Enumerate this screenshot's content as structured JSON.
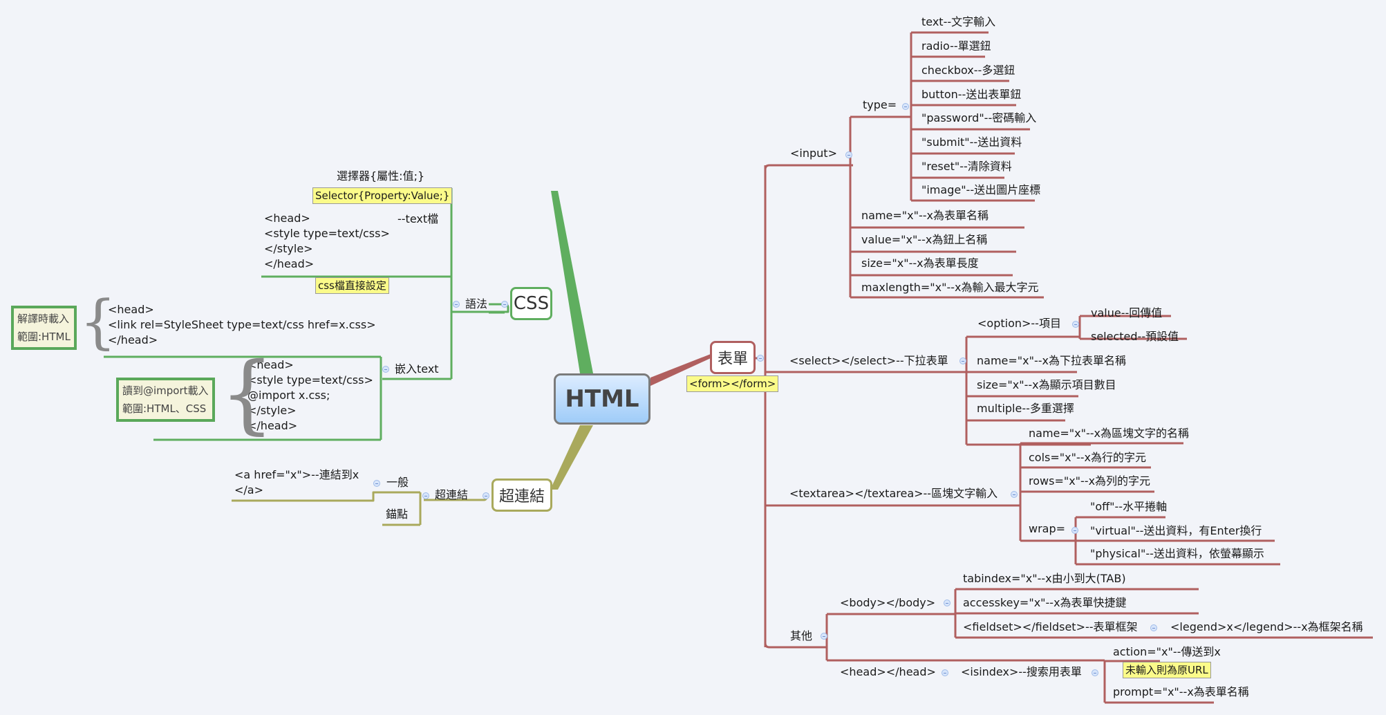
{
  "central": {
    "label": "HTML"
  },
  "colors": {
    "form": "#b05f5f",
    "css": "#5aa85a",
    "link": "#a9a95c",
    "note_bg": "#fbfb8a",
    "central_bg": "#a8d0fb"
  },
  "form": {
    "label": "表單",
    "note": "<form></form>",
    "input": {
      "label": "<input>",
      "type_label": "type=",
      "types": [
        "text--文字輸入",
        "radio--單選鈕",
        "checkbox--多選鈕",
        "button--送出表單鈕",
        "\"password\"--密碼輸入",
        "\"submit\"--送出資料",
        "\"reset\"--清除資料",
        "\"image\"--送出圖片座標"
      ],
      "attrs": [
        "name=\"x\"--x為表單名稱",
        "value=\"x\"--x為鈕上名稱",
        "size=\"x\"--x為表單長度",
        "maxlength=\"x\"--x為輸入最大字元"
      ]
    },
    "select": {
      "label": "<select></select>--下拉表單",
      "option_label": "<option>--項目",
      "option_attrs": [
        "value--回傳值",
        "selected--預設值"
      ],
      "attrs": [
        "name=\"x\"--x為下拉表單名稱",
        "size=\"x\"--x為顯示項目數目",
        "multiple--多重選擇"
      ]
    },
    "textarea": {
      "label": "<textarea></textarea>--區塊文字輸入",
      "attrs": [
        "name=\"x\"--x為區塊文字的名稱",
        "cols=\"x\"--x為行的字元",
        "rows=\"x\"--x為列的字元"
      ],
      "wrap_label": "wrap=",
      "wrap_values": [
        "\"off\"--水平捲軸",
        "\"virtual\"--送出資料，有Enter換行",
        "\"physical\"--送出資料，依螢幕顯示"
      ]
    },
    "other": {
      "label": "其他",
      "body": {
        "label": "<body></body>",
        "items": [
          "tabindex=\"x\"--x由小到大(TAB)",
          "accesskey=\"x\"--x為表單快捷鍵",
          "<fieldset></fieldset>--表單框架"
        ],
        "legend": "<legend>x</legend>--x為框架名稱"
      },
      "head": {
        "label": "<head></head>",
        "isindex": "<isindex>--搜索用表單",
        "items": [
          "action=\"x\"--傳送到x",
          "prompt=\"x\"--x為表單名稱"
        ],
        "note": "未輸入則為原URL"
      }
    }
  },
  "css": {
    "label": "CSS",
    "syntax": {
      "label": "語法",
      "selector_title": "選擇器{屬性:值;}",
      "selector_note": "Selector{Property:Value;}",
      "text_block": "<head>\n<style type=text/css>\n</style>\n</head>",
      "text_suffix": "--text檔",
      "direct_note": "css檔直接設定"
    },
    "embed": {
      "label": "嵌入text",
      "link_block": "<head>\n<link rel=StyleSheet type=text/css href=x.css>\n</head>",
      "link_note": "解譯時載入\n範圍:HTML",
      "import_block": "<head>\n<style type=text/css>\n@import x.css;\n</style>\n</head>",
      "import_note": "讀到@import載入\n範圍:HTML、CSS"
    }
  },
  "hyperlink": {
    "label": "超連結",
    "sub_label": "超連結",
    "general": {
      "label": "一般",
      "code": "<a href=\"x\">--連結到x\n</a>"
    },
    "anchor": {
      "label": "錨點"
    }
  }
}
